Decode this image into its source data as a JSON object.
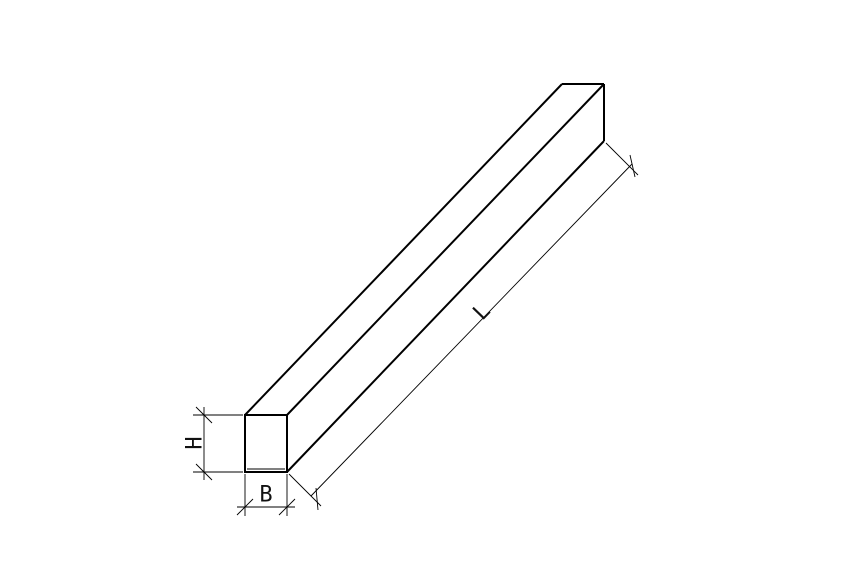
{
  "drawing": {
    "labels": {
      "height": "H",
      "width": "B",
      "length": "L"
    },
    "colors": {
      "background": "#ffffff",
      "line": "#000000"
    }
  }
}
